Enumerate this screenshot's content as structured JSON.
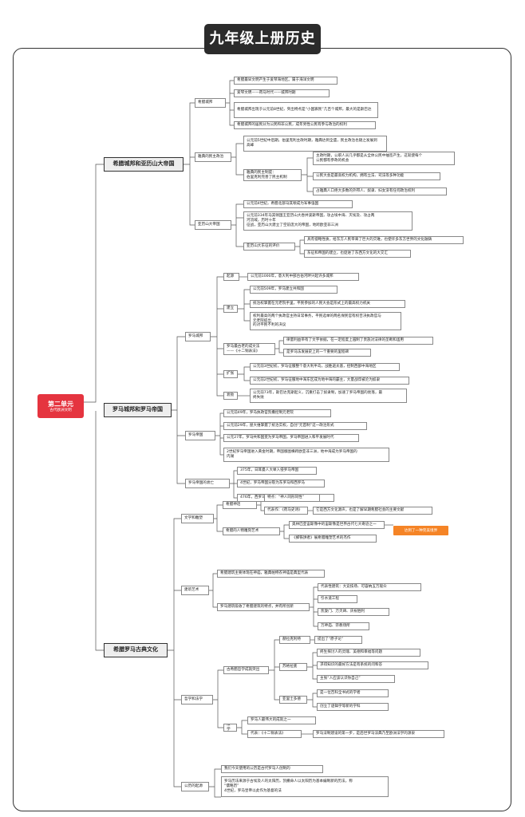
{
  "title": "九年级上册历史",
  "root": {
    "title": "第二单元",
    "subtitle": "古代欧洲文明"
  },
  "l1": {
    "greek_city": "希腊城邦和亚历山大帝国",
    "rome": "罗马城邦和罗马帝国",
    "culture": "希腊罗马古典文化"
  },
  "greek": {
    "city_state": "希腊城邦",
    "cs_items": [
      "希腊最早文明产生于爱琴海地区。属于海洋文明",
      "爱琴文明——荷马时代——城邦时期",
      "希腊城邦出现于公元前8世纪，突出特点是“小国寡民”几百个城邦，最大的是斯巴达",
      "希腊城邦的居民分为公民和非公民，成年男性公民有参与政治的权利"
    ],
    "athens": "雅典的民主政治",
    "athens_1": "公元前5世纪中后期，伯里克利主政时期，雅典达到全盛，民主政治也随之发展到\n高峰",
    "athens_inst": "雅典的民主制度：\n伯里克利完善了民主机制",
    "athens_inst_items": [
      "主政时期，公职人员几乎都是从全体公民中抽签产生，这就使每个\n公民都有参政的机会",
      "公民大会是最高权力机构，拥有立法、司法等多种功能",
      "占雅典人口绝大多数的外邦人、奴隶、妇女没有任何政治权利"
    ],
    "alex": "亚历山大帝国",
    "alex_1": "公元前4世纪，希腊北部马其顿成为军事强国",
    "alex_2": "公元前334年马其顿国王亚历山大吞并波斯帝国，攻占埃中海、灭埃及、攻占两\n河流域，历时十年\n征战，亚历山大建立了空前庞大的帝国，地跨欧亚非三洲",
    "alex_east": "亚历山大东征的评价",
    "alex_east_items": [
      "具有侵略性质，给东方人民带来了巨大的灾难，也使许多东方世界的文化融铸",
      "东征和帝国的建立，也促进了东西方文化的大交汇"
    ]
  },
  "rome": {
    "city": "罗马城邦",
    "origin": "起源",
    "origin_text": "公元前1000年，意大利中部台伯河畔兴起许多城邦",
    "establish": "建立",
    "establish_items": [
      "公元前509年，罗马建立共和国",
      "统治权掌握在元老院手里，平民参加的人民大会是形式上的最高权力机关",
      "权利最高的两个执政官主持日常事务，平民选举的两名保民官有权否决执政官与\n元老院提出\n的对平民不利的决议"
    ],
    "law": "罗马最古老的成文法\n——《十二铜表法》",
    "law_items": [
      "律量利益带有了文字依据，在一定程度上遏制了贵族对法律的垄断和滥用",
      "是罗马法发展史上的一个重要的里程碑"
    ],
    "expand": "扩张",
    "expand_items": [
      "公元前3世纪初，罗马征服整个意大利半岛，战胜迦太基，控制西部中海地区",
      "公元前2世纪初，罗马征服地中海东区成为地中海的霸主，大量战俘被沦为奴隶"
    ],
    "decline": "衰败",
    "decline_text": "公元前73年，斯巴达克斯起义，沉重打击了奴隶制，加速了罗马帝国的衰落，最\n终失败",
    "empire": "罗马帝国",
    "empire_items": [
      "公元前49年，罗马执政官凯撒控制元老院",
      "公元前29年，屋大维掌握了统治实权，自创“元首制”这一政治形式",
      "公元27年，罗马共和国变为罗马帝国，罗马帝国进入和平发展时代",
      "2世纪罗马帝国进入黄金时期，帝国版图横跨欧亚非三洲，地中海成为罗马帝国的\n内湖"
    ],
    "fall": "罗马帝国的衰亡",
    "fall_items": [
      "375年，日耳曼人大举入侵罗马帝国",
      "4世纪，罗马帝国分裂为东罗马和西罗马",
      "476年，西罗马帝国在日耳曼人的打击下灭亡"
    ]
  },
  "culture": {
    "lit": "文学和雕塑",
    "myth": "希腊神话",
    "myth_items": [
      "特点：“神人同形同性”",
      "代表作：《荷马史诗》",
      "它是西方文化源声，也是了解早期希腊社会的主要文献"
    ],
    "sculpt": "希腊的人物雕刻艺术",
    "sculpt_items": [
      "奥林匹亚宙斯像中的宙斯像是世界古代七大奇迹之一",
      "《掷铁饼者》展希腊雕塑艺术的杰作"
    ],
    "sculpt_note": "达到了一种完美境界",
    "arch": "建筑艺术",
    "arch_1": "希腊建筑主要体现在神庙，雅典帕特农神庙是典型代表",
    "arch_2": "罗马建筑吸收了希腊建筑的特点，并有所创新",
    "arch_items": [
      "代表性建筑：大竞技场、可容纳五万观众",
      "引水道工程",
      "凯旋门、万灭碑、庆祝胜利",
      "万神庙、宗教场所"
    ],
    "phil": "哲学和法学",
    "greek_phil": "古希腊哲学成就突出",
    "heraclitus": "赫拉克利特",
    "heraclitus_text": "提出了“原子论”",
    "socrates": "苏格拉底",
    "socrates_items": [
      "终生探讨人的灵魂、美德和幸福等问题",
      "求得知识的最好方法是有系统的问和答",
      "主张“人应该认识你自己”"
    ],
    "aristotle": "亚里士多德",
    "aristotle_items": [
      "是一位百科全书式的学者",
      "创立了逻辑学等新的学科"
    ],
    "law": "法学",
    "law_1": "罗马人最伟大的成就之一",
    "law_2": "代表：《十二铜表法》",
    "law_2_text": "罗马法制建设的第一步，是后世罗马法典乃至欧洲法学的源泉",
    "cal": "公历的起源",
    "cal_items": [
      "我们今天使用的公历是古代罗马人创制的",
      "罗马历法来源于古埃及人的太阳历，凯撒命人以太阳历为基本编制新的历法，称\n“儒略历”\n4世纪，罗马皇帝以此作为基督的法"
    ]
  }
}
